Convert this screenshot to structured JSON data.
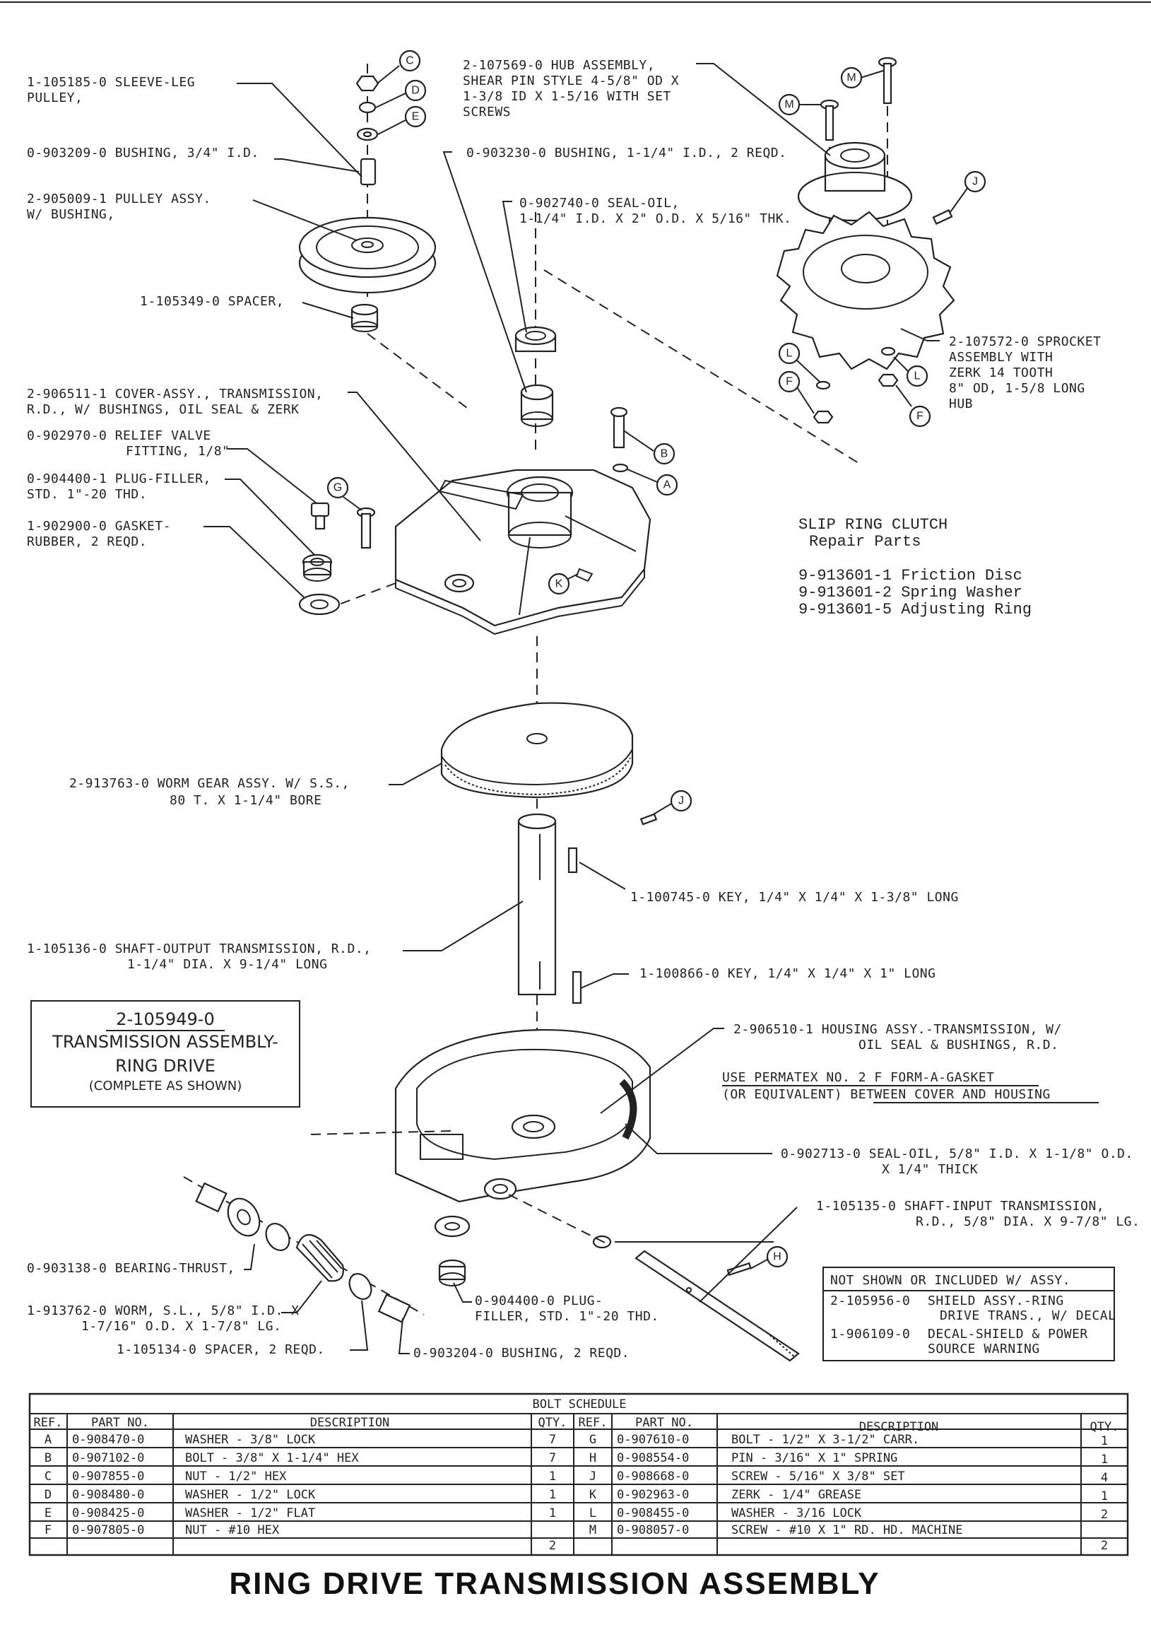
{
  "labels": {
    "sleeve_leg": [
      "1-105185-0  SLEEVE-LEG",
      "PULLEY,"
    ],
    "bushing_34": [
      "0-903209-0  BUSHING, 3/4\" I.D."
    ],
    "pulley_assy": [
      "2-905009-1  PULLEY  ASSY.",
      "W/  BUSHING,"
    ],
    "spacer": [
      "1-105349-0  SPACER,"
    ],
    "hub_assy": [
      "2-107569-0  HUB  ASSEMBLY,",
      "SHEAR  PIN  STYLE  4-5/8\" OD  X",
      "1-3/8  ID  X  1-5/16  WITH  SET",
      "SCREWS"
    ],
    "bushing_114": [
      "0-903230-0  BUSHING, 1-1/4\" I.D., 2  REQD."
    ],
    "seal_oil_1": [
      "0-902740-0  SEAL-OIL,",
      "1-1/4\" I.D.  X  2\" O.D.  X  5/16\" THK."
    ],
    "sprocket": [
      "2-107572-0  SPROCKET",
      "ASSEMBLY  WITH",
      "ZERK  14  TOOTH",
      "8\" OD, 1-5/8 LONG",
      "HUB"
    ],
    "cover_assy": [
      "2-906511-1  COVER-ASSY., TRANSMISSION,",
      "R.D., W/  BUSHINGS, OIL  SEAL  &  ZERK"
    ],
    "relief_valve": [
      "0-902970-0  RELIEF  VALVE",
      "FITTING, 1/8\""
    ],
    "plug_filler_1": [
      "0-904400-1  PLUG-FILLER,",
      "STD.  1\"-20  THD."
    ],
    "gasket": [
      "1-902900-0  GASKET-",
      "RUBBER, 2  REQD."
    ],
    "worm_gear": [
      "2-913763-0  WORM GEAR  ASSY.  W/  S.S.,",
      "80  T.  X  1-1/4\" BORE"
    ],
    "key_1": [
      "1-100745-0  KEY, 1/4\" X 1/4\" X  1-3/8\" LONG"
    ],
    "shaft_output": [
      "1-105136-0  SHAFT-OUTPUT  TRANSMISSION, R.D.,",
      "1-1/4\" DIA.  X  9-1/4\" LONG"
    ],
    "key_2": [
      "1-100866-0  KEY, 1/4\" X 1/4\" X  1\" LONG"
    ],
    "housing_assy": [
      "2-906510-1  HOUSING  ASSY.-TRANSMISSION, W/",
      "OIL  SEAL  &  BUSHINGS, R.D."
    ],
    "permatex": [
      "USE  PERMATEX  NO. 2 F  FORM-A-GASKET",
      "(OR  EQUIVALENT)  BETWEEN  COVER  AND  HOUSING"
    ],
    "seal_oil_2": [
      "0-902713-0  SEAL-OIL, 5/8\" I.D.  X  1-1/8\" O.D.",
      "X  1/4\" THICK"
    ],
    "shaft_input": [
      "1-105135-0  SHAFT-INPUT  TRANSMISSION,",
      "R.D., 5/8\" DIA.  X  9-7/8\" LG."
    ],
    "bearing_thrust": [
      "0-903138-0  BEARING-THRUST,"
    ],
    "worm_sl": [
      "1-913762-0  WORM, S.L., 5/8\" I.D.  X",
      "1-7/16\" O.D.  X  1-7/8\" LG."
    ],
    "spacer_2": [
      "1-105134-0  SPACER, 2  REQD."
    ],
    "plug_filler_2": [
      "0-904400-0  PLUG-",
      "FILLER, STD.  1\"-20  THD."
    ],
    "bushing_2": [
      "0-903204-0  BUSHING, 2  REQD."
    ]
  },
  "callouts": [
    "C",
    "D",
    "E",
    "M",
    "M",
    "J",
    "L",
    "L",
    "F",
    "F",
    "B",
    "A",
    "G",
    "K",
    "J",
    "H"
  ],
  "slip_ring": {
    "title": "SLIP RING CLUTCH",
    "subtitle": "Repair Parts",
    "items": [
      "9-913601-1 Friction Disc",
      "9-913601-2 Spring Washer",
      "9-913601-5 Adjusting Ring"
    ]
  },
  "assembly_box": {
    "part_no": "2-105949-0",
    "line1": "TRANSMISSION  ASSEMBLY-",
    "line2": "RING  DRIVE",
    "line3": "(COMPLETE  AS  SHOWN)"
  },
  "not_shown": {
    "title": "NOT  SHOWN  OR  INCLUDED  W/  ASSY.",
    "items": [
      [
        "2-105956-0",
        "SHIELD  ASSY.-RING",
        "DRIVE  TRANS., W/  DECAL"
      ],
      [
        "1-906109-0",
        "DECAL-SHIELD  &  POWER",
        "SOURCE  WARNING"
      ]
    ]
  },
  "bolt_schedule": {
    "title": "BOLT  SCHEDULE",
    "headers": [
      "REF.",
      "PART  NO.",
      "DESCRIPTION",
      "QTY."
    ],
    "left": [
      [
        "A",
        "0-908470-0",
        "WASHER - 3/8\"  LOCK",
        "7"
      ],
      [
        "B",
        "0-907102-0",
        "BOLT - 3/8\" X  1-1/4\"  HEX",
        "7"
      ],
      [
        "C",
        "0-907855-0",
        "NUT - 1/2\"  HEX",
        "1"
      ],
      [
        "D",
        "0-908480-0",
        "WASHER - 1/2\"  LOCK",
        "1"
      ],
      [
        "E",
        "0-908425-0",
        "WASHER - 1/2\"  FLAT",
        "1"
      ],
      [
        "F",
        "0-907805-0",
        "NUT - #10  HEX",
        "2"
      ]
    ],
    "right": [
      [
        "G",
        "0-907610-0",
        "BOLT - 1/2\" X  3-1/2\" CARR.",
        "1"
      ],
      [
        "H",
        "0-908554-0",
        "PIN - 3/16\" X  1\" SPRING",
        "1"
      ],
      [
        "J",
        "0-908668-0",
        "SCREW - 5/16\" X  3/8\"  SET",
        "4"
      ],
      [
        "K",
        "0-902963-0",
        "ZERK - 1/4\" GREASE",
        "1"
      ],
      [
        "L",
        "0-908455-0",
        "WASHER - 3/16  LOCK",
        "2"
      ],
      [
        "M",
        "0-908057-0",
        "SCREW - #10  X  1\"  RD. HD.  MACHINE",
        "2"
      ]
    ]
  },
  "footer_title": "RING  DRIVE  TRANSMISSION  ASSEMBLY"
}
